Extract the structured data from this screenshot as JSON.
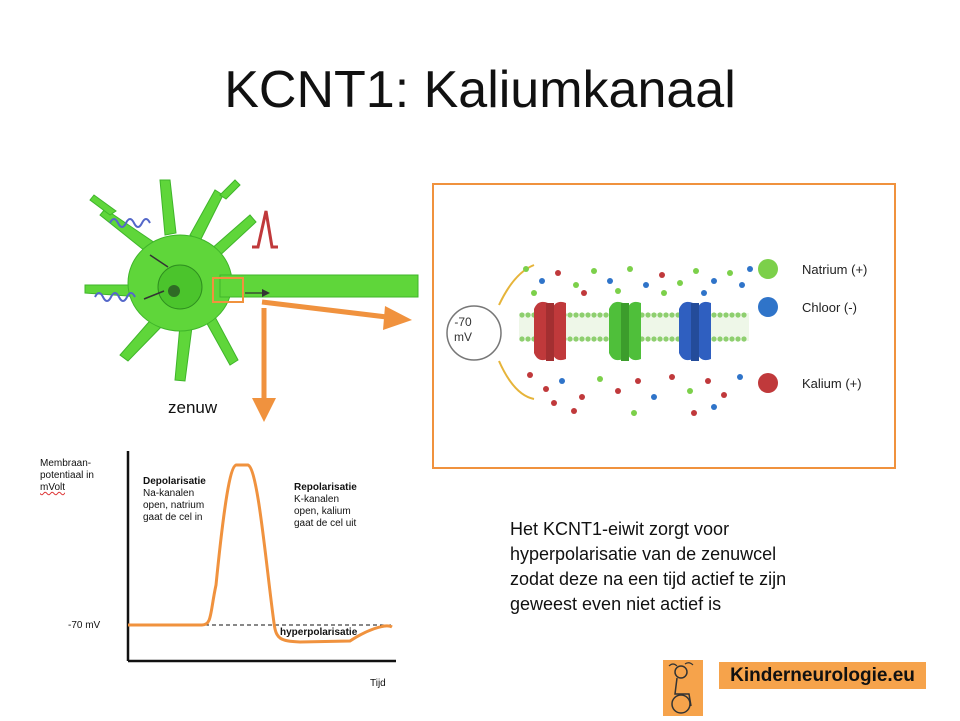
{
  "title": "KCNT1: Kaliumkanaal",
  "neuron": {
    "label": "zenuw"
  },
  "membrane": {
    "voltage_line1": "-70",
    "voltage_line2": "mV",
    "legend": [
      {
        "label": "Natrium (+)",
        "color": "#7cd04a"
      },
      {
        "label": "Chloor (-)",
        "color": "#2f74c9"
      },
      {
        "label": "Kalium (+)",
        "color": "#c0393b"
      }
    ]
  },
  "graph": {
    "ylabel_line1": "Membraan-",
    "ylabel_line2": "potentiaal in",
    "ylabel_line3": "mVolt",
    "xlabel": "Tijd",
    "level_label": "-70 mV",
    "depol_title": "Depolarisatie",
    "depol_text1": "Na-kanalen",
    "depol_text2": "open, natrium",
    "depol_text3": "gaat de cel in",
    "repol_title": "Repolarisatie",
    "repol_text1": "K-kanalen",
    "repol_text2": "open, kalium",
    "repol_text3": "gaat de cel uit",
    "hyper_label": "hyperpolarisatie",
    "line_color": "#f0923e"
  },
  "description": {
    "line1": "Het KCNT1-eiwit zorgt voor",
    "line2": "hyperpolarisatie van de zenuwcel",
    "line3": "zodat deze na een tijd actief te zijn",
    "line4": "geweest even niet actief is"
  },
  "logo": {
    "text": "Kinderneurologie.eu"
  },
  "colors": {
    "accent": "#f0923e",
    "neuron": "#5fd63a",
    "logo_bg": "#f6a34b"
  }
}
